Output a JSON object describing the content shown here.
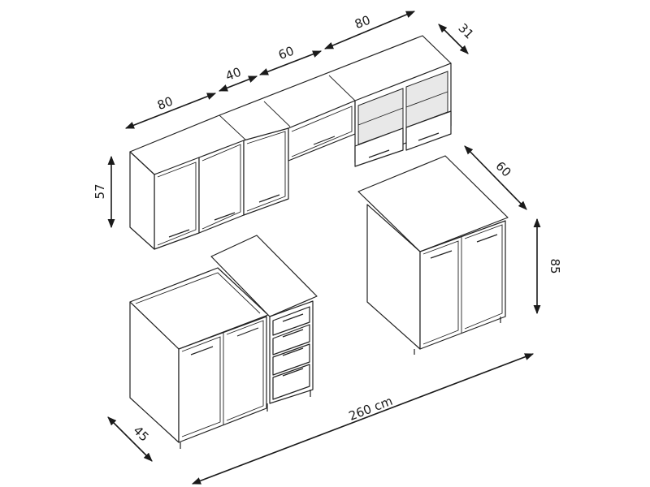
{
  "dimensions": {
    "wall_w1": "80",
    "wall_w2": "40",
    "wall_w3": "60",
    "wall_w4": "80",
    "wall_depth": "31",
    "wall_height": "57",
    "base_depth_right": "60",
    "base_height": "85",
    "total_width": "260 cm",
    "base_depth_left": "45"
  },
  "colors": {
    "line": "#222222",
    "fill": "#ffffff",
    "glass": "#e8e8e8"
  }
}
